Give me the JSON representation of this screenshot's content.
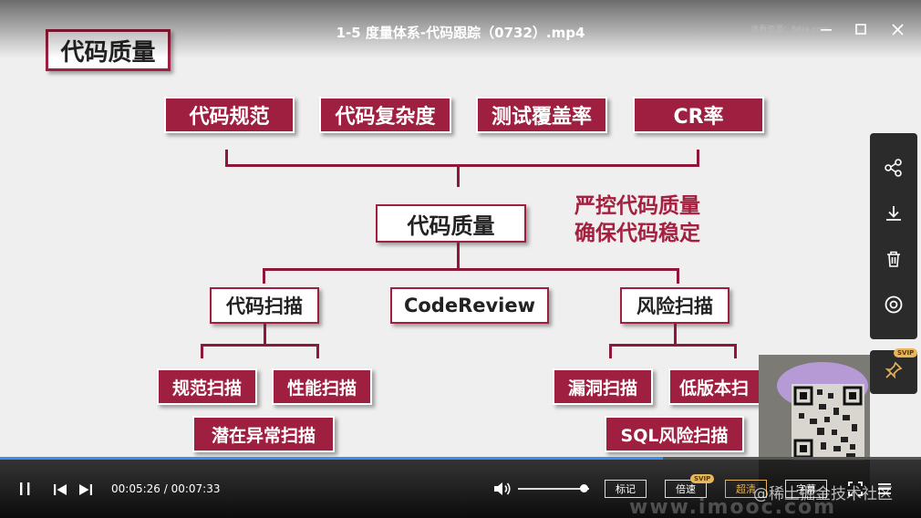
{
  "window": {
    "title": "1-5 度量体系-代码跟踪（0732）.mp4",
    "source_watermark": "请看资源：66ja.com",
    "minimize_icon": "minimize-icon",
    "maximize_icon": "maximize-icon",
    "close_icon": "close-icon"
  },
  "slide": {
    "heading": "代码质量",
    "top_metrics": [
      "代码规范",
      "代码复杂度",
      "测试覆盖率",
      "CR率"
    ],
    "center": "代码质量",
    "caption_line1": "严控代码质量",
    "caption_line2": "确保代码稳定",
    "branches": [
      "代码扫描",
      "CodeReview",
      "风险扫描"
    ],
    "scan_items": [
      "规范扫描",
      "性能扫描",
      "潜在异常扫描"
    ],
    "risk_items": [
      "漏洞扫描",
      "低版本扫",
      "SQL风险扫描"
    ],
    "colors": {
      "accent": "#9e1f3f",
      "background": "#efefef"
    }
  },
  "sidebar": {
    "icons": [
      "share-icon",
      "download-icon",
      "trash-icon",
      "target-icon"
    ],
    "pin_icon": "pin-icon",
    "pin_badge": "SVIP"
  },
  "player": {
    "current_time": "00:05:26",
    "total_time": "00:07:33",
    "time_separator": " / ",
    "progress": 0.72,
    "volume": 0.92,
    "buttons": {
      "mark": "标记",
      "speed": "倍速",
      "speed_badge": "SVIP",
      "quality": "超清",
      "subtitles": "字幕"
    },
    "bottom_watermark": "www.imooc.com",
    "brand_watermark": "@稀土掘金技术社区",
    "colors": {
      "progress": "#3b8ef0",
      "gold": "#e3b05a"
    }
  }
}
